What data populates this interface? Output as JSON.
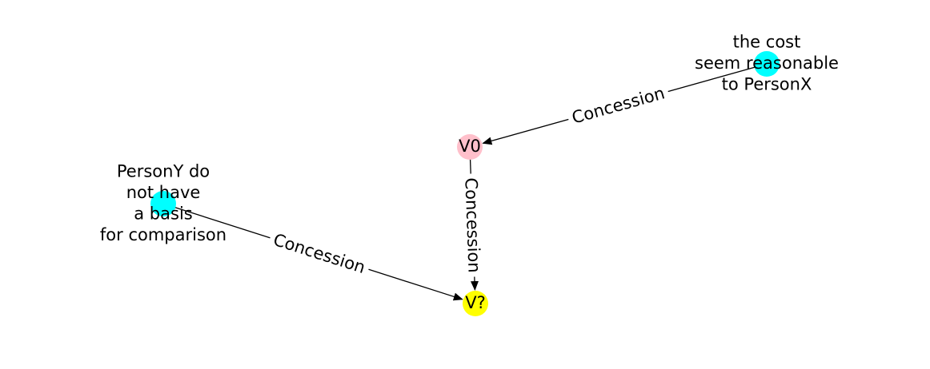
{
  "graph": {
    "nodes": [
      {
        "id": "cost",
        "label_lines": [
          "the cost",
          "seem reasonable",
          "to PersonX"
        ],
        "color": "#00ffff"
      },
      {
        "id": "v0",
        "label_lines": [
          "V0"
        ],
        "color": "#ffc0cb"
      },
      {
        "id": "persony",
        "label_lines": [
          "PersonY do",
          "not have",
          "a basis",
          "for comparison"
        ],
        "color": "#00ffff"
      },
      {
        "id": "vq",
        "label_lines": [
          "V?"
        ],
        "color": "#ffff00"
      }
    ],
    "edges": [
      {
        "id": "cost-v0",
        "source": "cost",
        "target": "v0",
        "label": "Concession"
      },
      {
        "id": "v0-vq",
        "source": "v0",
        "target": "vq",
        "label": "Concession"
      },
      {
        "id": "persony-vq",
        "source": "persony",
        "target": "vq",
        "label": "Concession"
      }
    ]
  }
}
